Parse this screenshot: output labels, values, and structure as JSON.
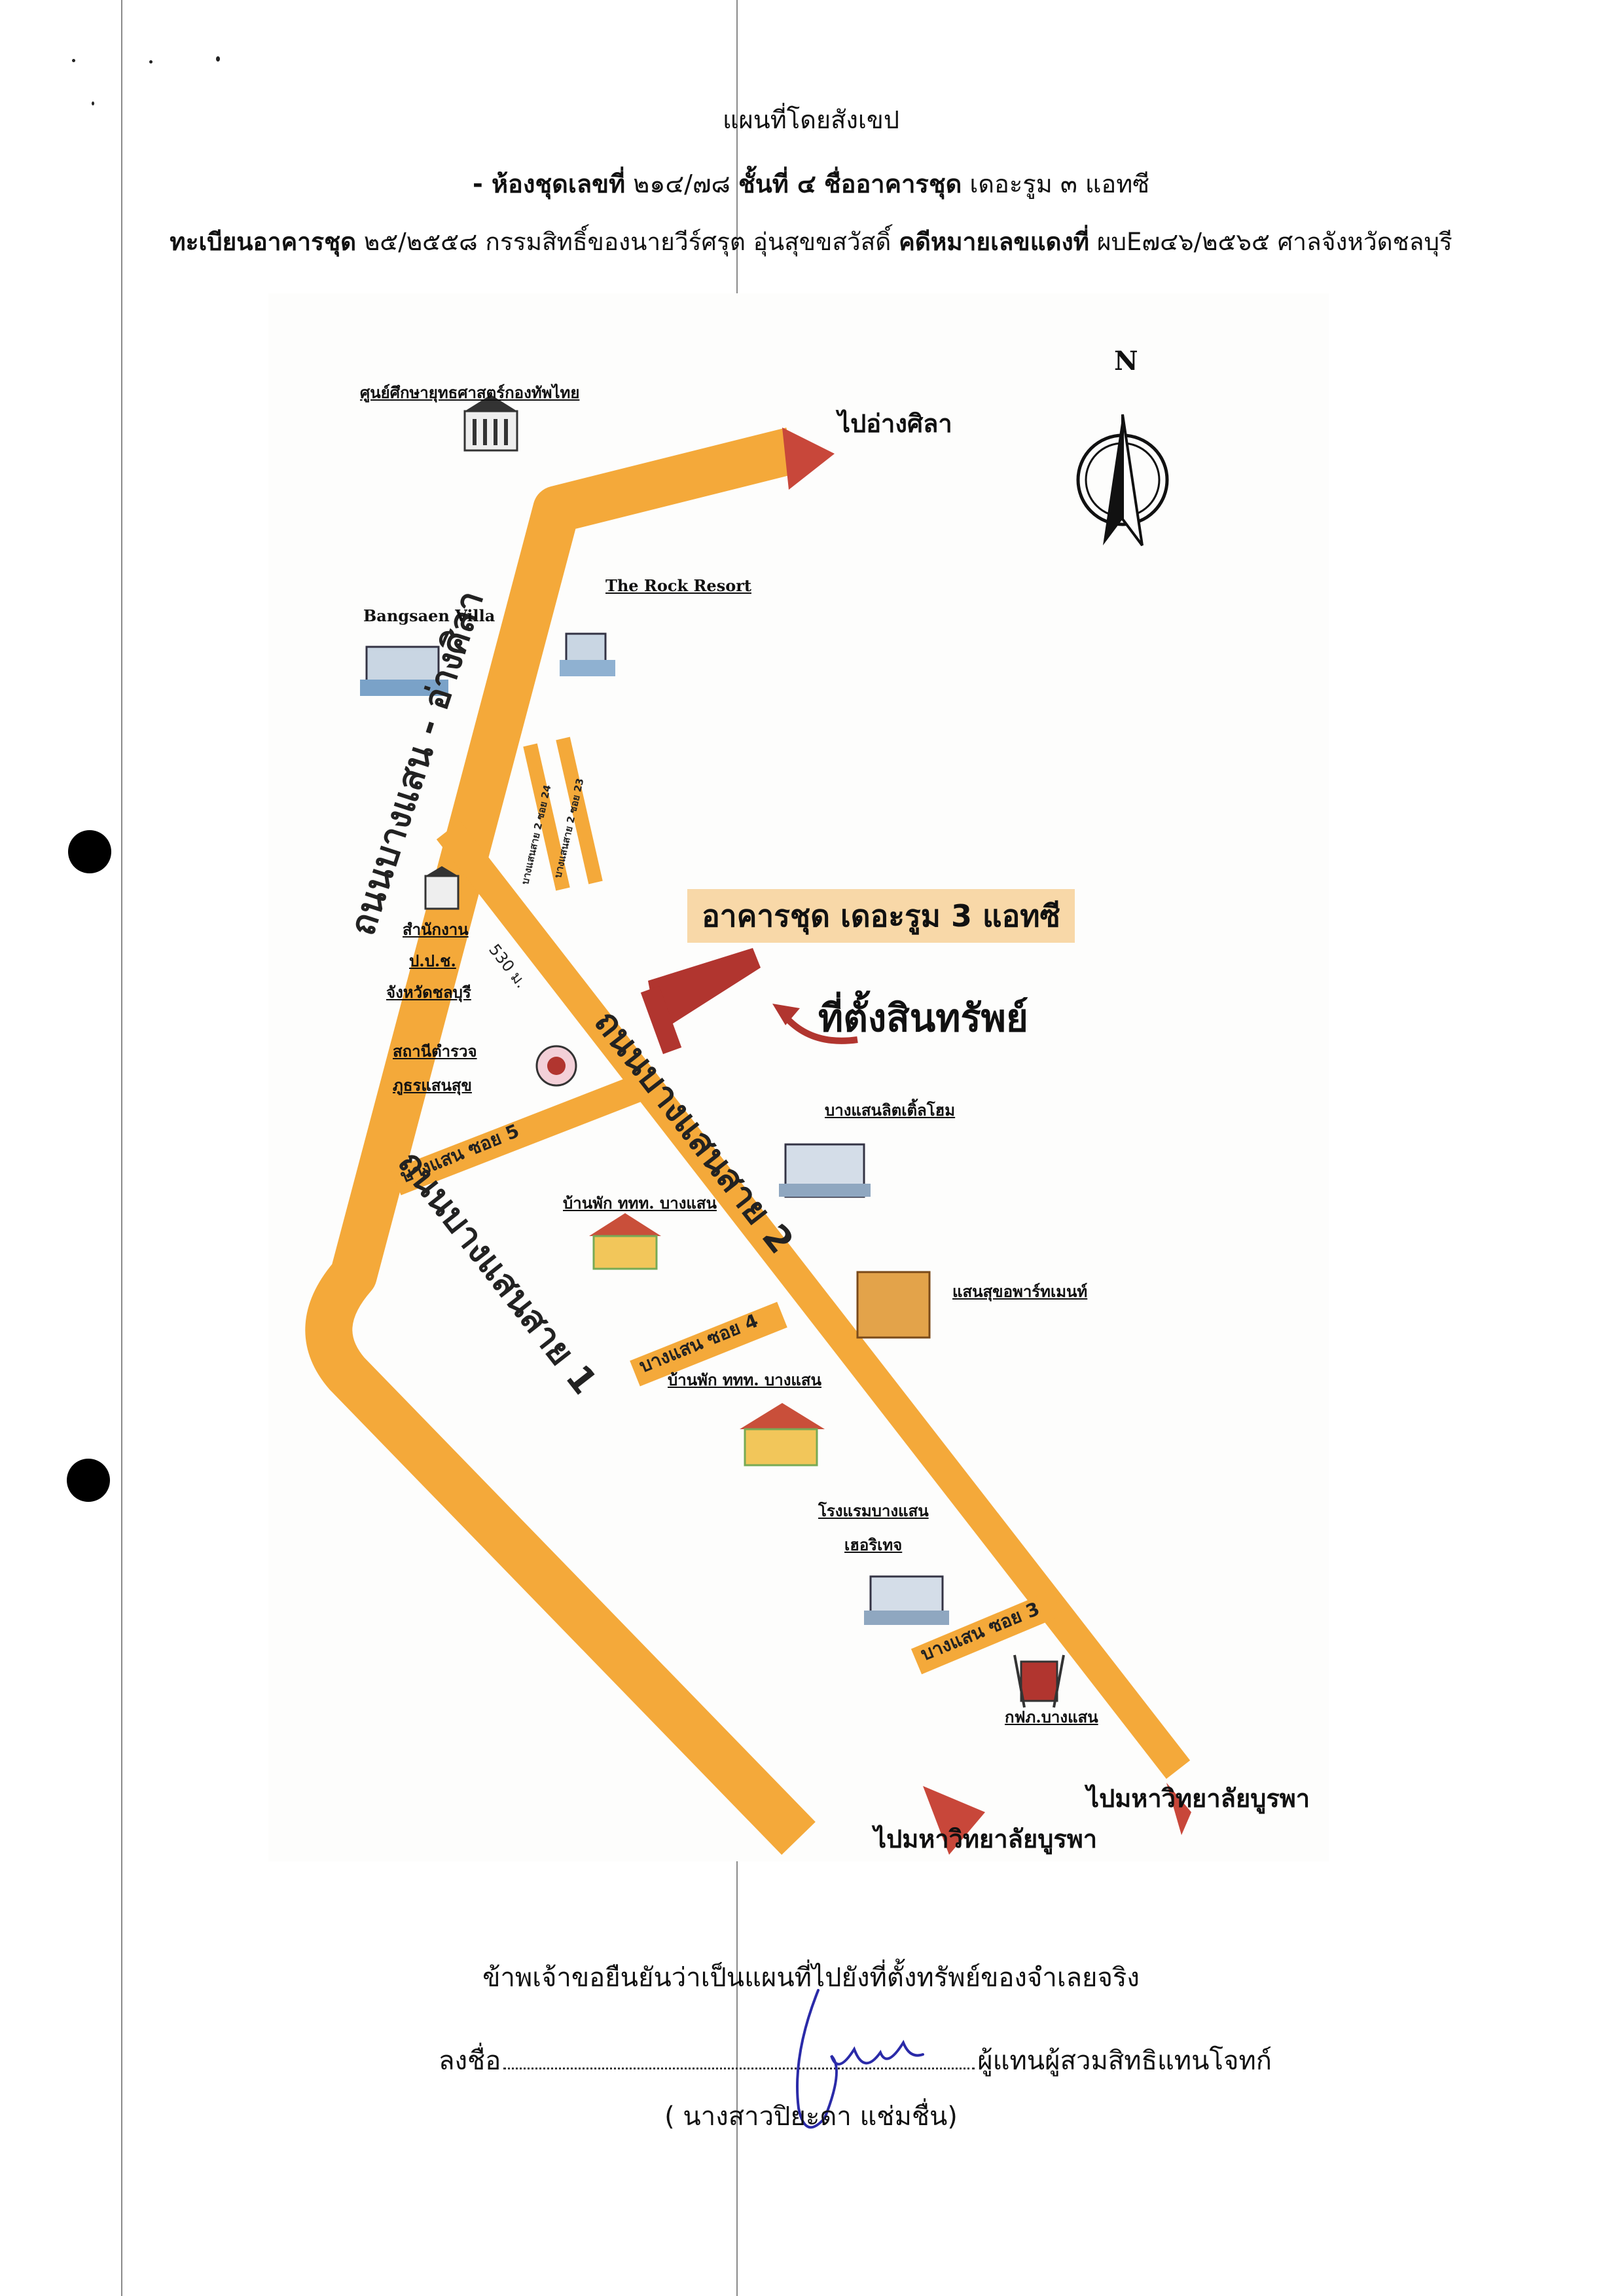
{
  "document": {
    "title": "แผนที่โดยสังเขป",
    "line2": {
      "prefix_bold": "- ห้องชุดเลขที่",
      "unit_no": "๒๑๔/๗๘",
      "floor_bold": "ชั้นที่ ๔",
      "building_bold": "ชื่ออาคารชุด",
      "building_name": "เดอะรูม ๓ แอทซี"
    },
    "line3": {
      "reg_bold": "ทะเบียนอาคารชุด",
      "reg_value": "๒๕/๒๕๕๘ กรรมสิทธิ์ของนายวีร์ศรุต  อุ่นสุขขสวัสดิ์",
      "case_bold": "คดีหมายเลขแดงที่",
      "case_value": "ผบE๗๔๖/๒๕๖๕ ศาลจังหวัดชลบุรี"
    }
  },
  "map": {
    "north": "N",
    "callout": "อาคารชุด เดอะรูม 3 แอทซี",
    "property_label": "ที่ตั้งสินทรัพย์",
    "to_angsila": "ไปอ่างศิลา",
    "to_burapha_left": "ไปมหาวิทยาลัยบูรพา",
    "to_burapha_right": "ไปมหาวิทยาลัยบูรพา",
    "roads": {
      "main_angsila": "ถนนบางแสน - อ่างศิลา",
      "line1": "ถนนบางแสนสาย 1",
      "line2": "ถนนบางแสนสาย 2",
      "soi5": "บางแสน ซอย 5",
      "soi4": "บางแสน ซอย 4",
      "soi3": "บางแสน ซอย 3",
      "soi24": "บางแสนสาย 2 ซอย 24",
      "soi23": "บางแสนสาย 2 ซอย 23",
      "distance": "530 ม."
    },
    "landmarks": {
      "army_center": "ศูนย์ศึกษายุทธศาสตร์กองทัพไทย",
      "rock_resort": "The Rock Resort",
      "bangsaen_villa": "Bangsaen Villa",
      "office_line1": "สำนักงาน",
      "office_line2": "ป.ป.ช.",
      "office_line3": "จังหวัดชลบุรี",
      "police_line1": "สถานีตำรวจ",
      "police_line2": "ภูธรแสนสุข",
      "little_home": "บางแสนลิตเติ้ลโฮม",
      "tat_house_1": "บ้านพัก ททท. บางแสน",
      "apartment": "แสนสุขอพาร์ทเมนท์",
      "tat_house_2": "บ้านพัก ททท. บางแสน",
      "heritage_line1": "โรงแรมบางแสน",
      "heritage_line2": "เฮอริเทจ",
      "egat": "กฟภ.บางแสน"
    }
  },
  "footer": {
    "certify": "ข้าพเจ้าขอยืนยันว่าเป็นแผนที่ไปยังที่ตั้งทรัพย์ของจำเลยจริง",
    "sign_label": "ลงชื่อ",
    "sign_role": "ผู้แทนผู้สวมสิทธิแทนโจทก์",
    "signer": "( นางสาวปิยะดา แช่มชื่น)",
    "signature_text": "Piyada"
  },
  "colors": {
    "road": "#f4a93a",
    "road_dark": "#e89a2a",
    "arrow": "#c8473a",
    "building": "#b1352f",
    "callout_bg": "#f8d8a8"
  }
}
